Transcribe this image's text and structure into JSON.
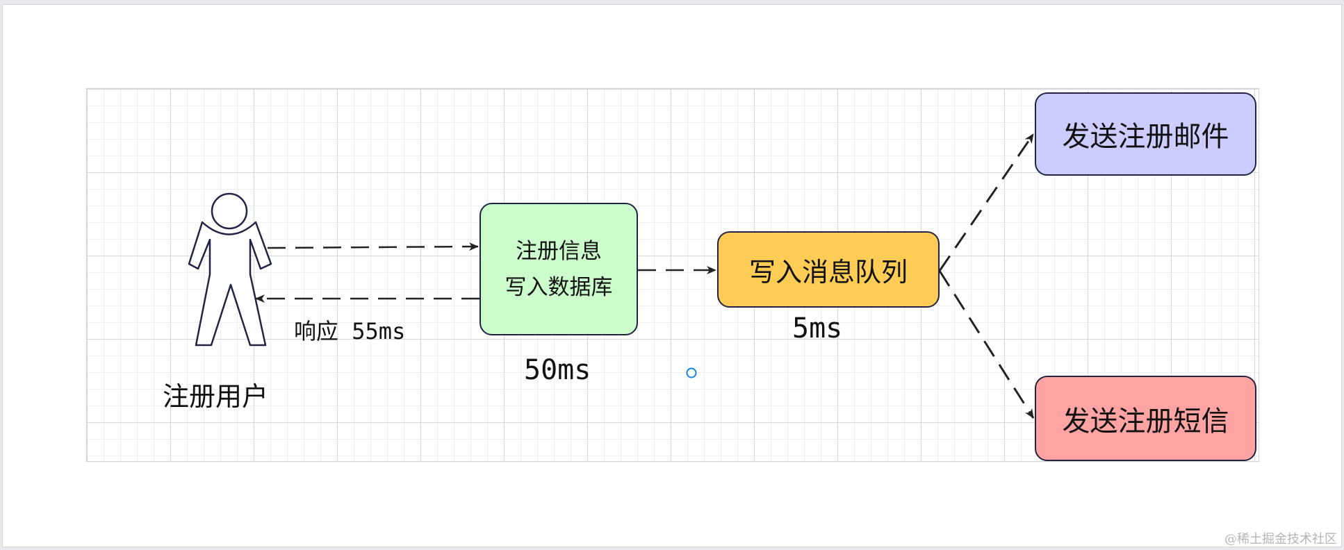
{
  "colors": {
    "db_fill": "#ccfccb",
    "mq_fill": "#ffcd55",
    "email_fill": "#ccccff",
    "sms_fill": "#ffa3a3",
    "stroke": "#222244",
    "arrow": "#222222",
    "handle": "#1a7fe0"
  },
  "actor": {
    "icon": "stick-figure-icon",
    "label": "注册用户"
  },
  "nodes": {
    "db": {
      "line1": "注册信息",
      "line2": "写入数据库"
    },
    "mq": {
      "label": "写入消息队列"
    },
    "email": {
      "label": "发送注册邮件"
    },
    "sms": {
      "label": "发送注册短信"
    }
  },
  "edges": {
    "response_label": "响应  55ms"
  },
  "timings": {
    "db": "50ms",
    "mq": "5ms"
  },
  "watermark": "@稀土掘金技术社区"
}
